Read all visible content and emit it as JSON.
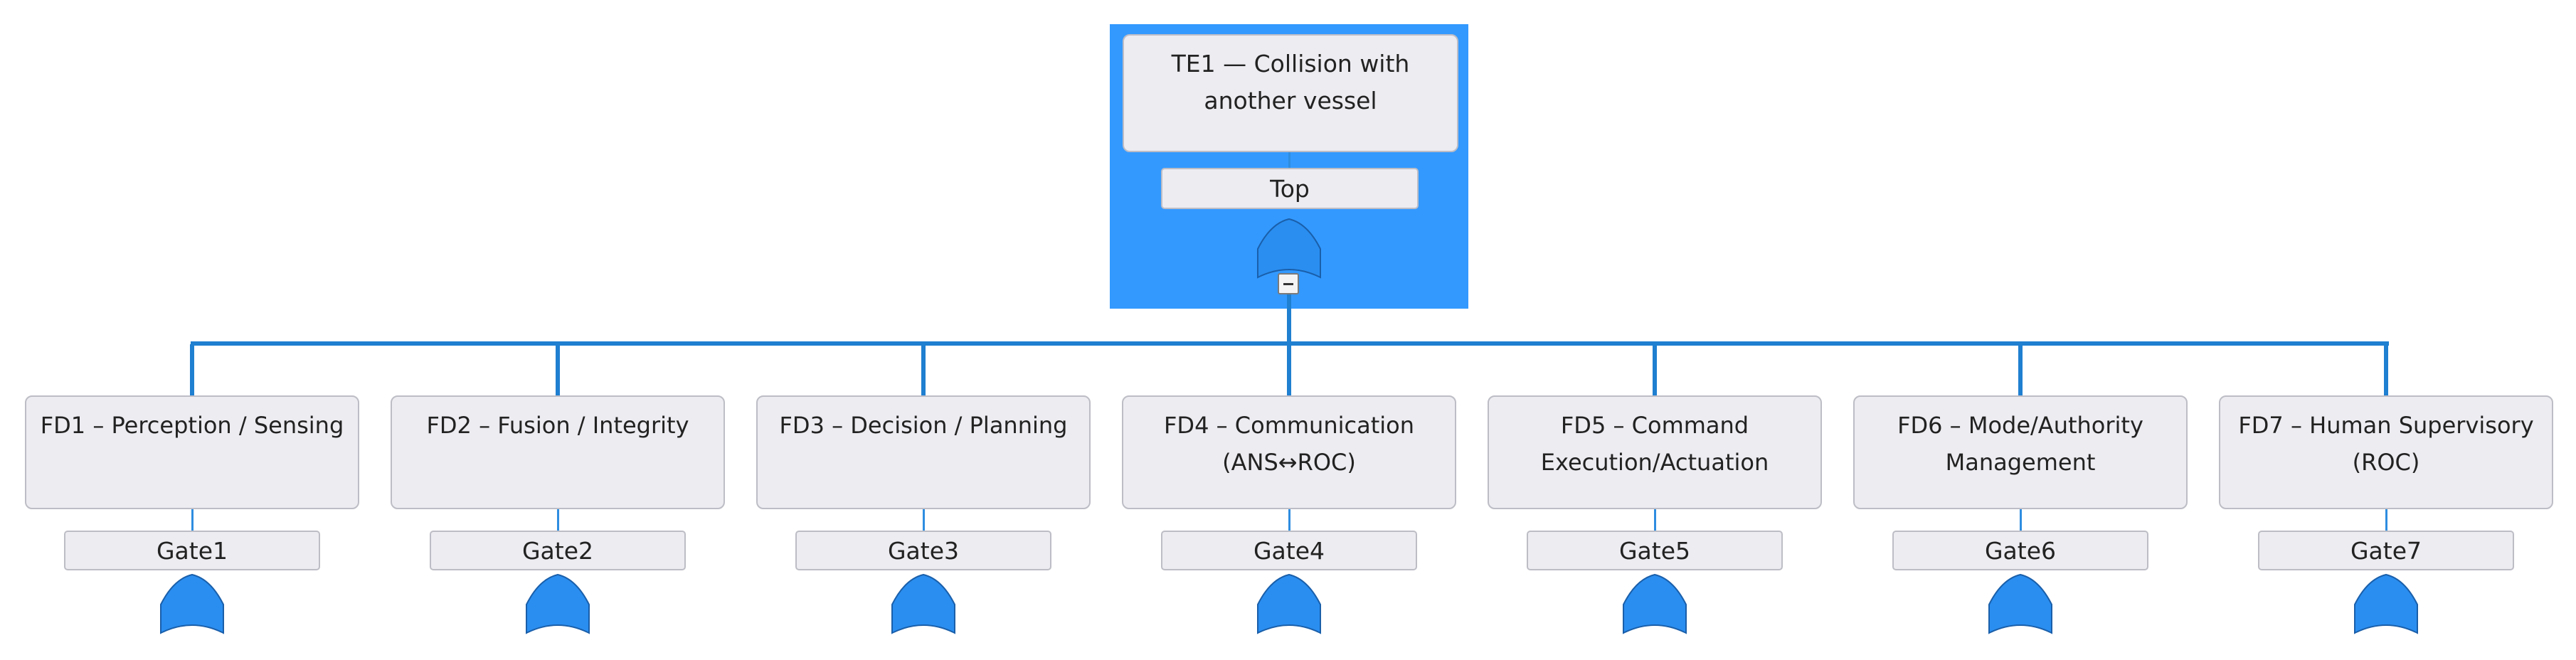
{
  "colors": {
    "selection": "#3399ff",
    "connector": "#1f7fd0",
    "gate_fill": "#3399ff",
    "box_fill": "#ececf1"
  },
  "top_event": {
    "title": "TE1 — Collision with another vessel",
    "gate_label": "Top",
    "gate_type": "OR",
    "collapse_symbol": "−"
  },
  "children": [
    {
      "title": "FD1 – Perception / Sensing",
      "gate_label": "Gate1",
      "gate_type": "OR"
    },
    {
      "title": "FD2 – Fusion / Integrity",
      "gate_label": "Gate2",
      "gate_type": "OR"
    },
    {
      "title": "FD3 – Decision / Planning",
      "gate_label": "Gate3",
      "gate_type": "OR"
    },
    {
      "title": "FD4 – Communication (ANS↔ROC)",
      "gate_label": "Gate4",
      "gate_type": "OR"
    },
    {
      "title": "FD5 – Command Execution/Actuation",
      "gate_label": "Gate5",
      "gate_type": "OR"
    },
    {
      "title": "FD6 – Mode/Authority Management",
      "gate_label": "Gate6",
      "gate_type": "OR"
    },
    {
      "title": "FD7 – Human Supervisory (ROC)",
      "gate_label": "Gate7",
      "gate_type": "OR"
    }
  ]
}
